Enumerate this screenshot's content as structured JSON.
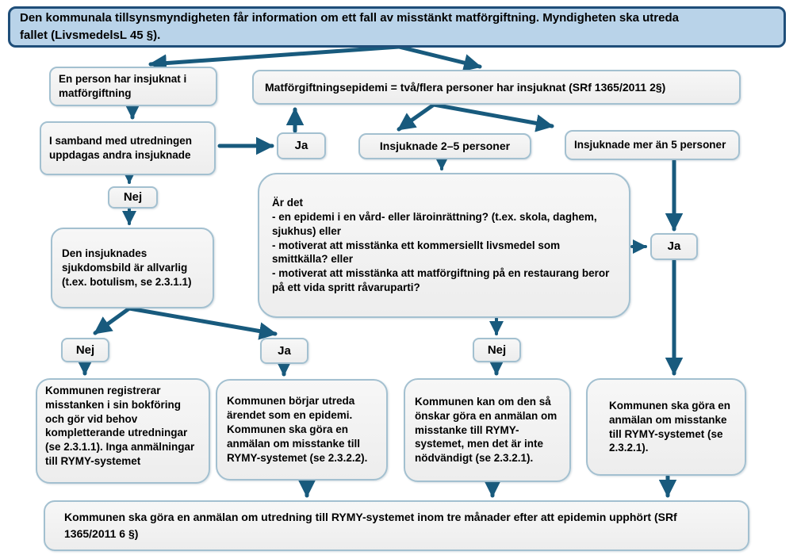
{
  "diagram": {
    "nodes": {
      "title": "Den kommunala tillsynsmyndigheten får information om ett fall av misstänkt matförgiftning. Myndigheten ska utreda\nfallet (LivsmedelsL 45 §).",
      "person": "En person har insjuknat i matförgiftning",
      "epidemic": "Matförgiftningsepidemi = två/flera personer har insjuknat (SRf 1365/2011 2§)",
      "samband": "I samband med utredningen uppdagas andra insjuknade",
      "ja1": "Ja",
      "sick25": "Insjuknade 2–5 personer",
      "sick5plus": "Insjuknade mer än 5 personer",
      "nej1": "Nej",
      "sjukdomsbild": "Den insjuknades sjukdomsbild är allvarlig (t.ex. botulism, se 2.3.1.1)",
      "ardet": "Är det\n- en epidemi i en vård- eller läroinrättning? (t.ex. skola, daghem, sjukhus) eller\n- motiverat att misstänka ett kommersiellt livsmedel som smittkälla? eller\n- motiverat att misstänka att matförgiftning på en restaurang beror på ett vida spritt råvaruparti?",
      "ja2": "Ja",
      "nej2": "Nej",
      "ja3": "Ja",
      "nej3": "Nej",
      "registrerar": "Kommunen registrerar misstanken i sin bokföring och gör vid behov kompletterande utredningar (se 2.3.1.1).  Inga anmälningar till RYMY-systemet",
      "borjar": "Kommunen börjar utreda ärendet som en epidemi. Kommunen ska göra en anmälan om misstanke till RYMY-systemet (se 2.3.2.2).",
      "kanom": "Kommunen kan om den så önskar göra en anmälan om misstanke till RYMY-systemet, men det är inte nödvändigt (se 2.3.2.1).",
      "skagora": "Kommunen ska göra en anmälan om misstanke till RYMY-systemet (se 2.3.2.1).",
      "bottom": "Kommunen ska göra en anmälan om utredning till RYMY-systemet inom tre månader efter att epidemin upphört (SRf\n1365/2011 6 §)"
    },
    "colors": {
      "arrow": "#185a7d",
      "title_fill": "#b9d3e9",
      "title_border": "#1f4e79",
      "node_fill": "#f2f2f2",
      "node_border": "#a3c0d0",
      "text": "#000000"
    }
  }
}
